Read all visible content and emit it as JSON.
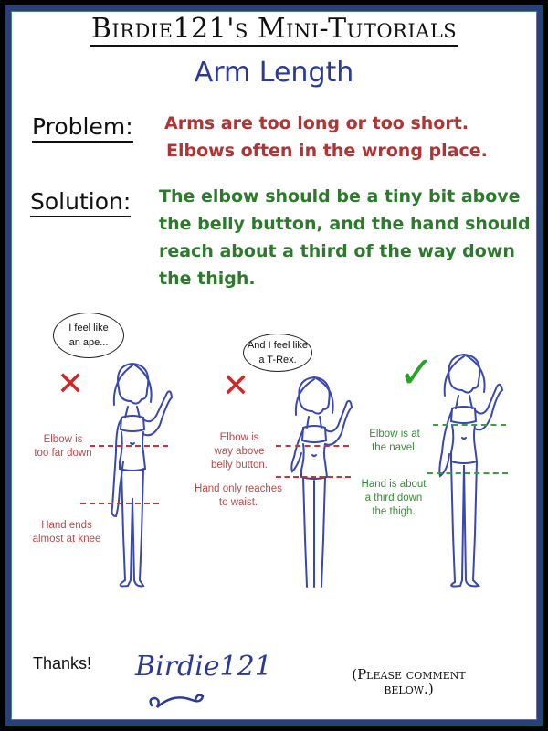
{
  "header": {
    "title": "Birdie121's Mini-Tutorials",
    "subtitle": "Arm Length"
  },
  "problem": {
    "label": "Problem:",
    "lines": [
      "Arms are too long or too short.",
      "Elbows often in the wrong place."
    ]
  },
  "solution": {
    "label": "Solution:",
    "text": "The elbow should be a tiny bit above the belly button, and the hand should reach about a third of the way down the thigh."
  },
  "figures": [
    {
      "status": "wrong",
      "status_icon": "x-mark-icon",
      "speech": [
        "I feel like",
        "an ape..."
      ],
      "notes": [
        {
          "lines": [
            "Elbow is",
            "too far down"
          ]
        },
        {
          "lines": [
            "Hand ends",
            "almost at knee"
          ]
        }
      ]
    },
    {
      "status": "wrong",
      "status_icon": "x-mark-icon",
      "speech": [
        "And I feel like",
        "a T-Rex."
      ],
      "notes": [
        {
          "lines": [
            "Elbow is",
            "way above",
            "belly button."
          ]
        },
        {
          "lines": [
            "Hand only reaches",
            "to waist."
          ]
        }
      ]
    },
    {
      "status": "correct",
      "status_icon": "check-mark-icon",
      "speech": [],
      "notes": [
        {
          "lines": [
            "Elbow is at",
            "the navel,"
          ]
        },
        {
          "lines": [
            "Hand is about",
            "a third down",
            "the thigh."
          ]
        }
      ]
    }
  ],
  "footer": {
    "thanks": "Thanks!",
    "signature": "Birdie121",
    "comment_lines": [
      "(Please comment",
      "below.)"
    ]
  },
  "colors": {
    "border_navy": "#2b3f7c",
    "border_green": "#4a8a5c",
    "subtitle_blue": "#2a3a96",
    "problem_red": "#b03434",
    "solution_green": "#2d7a2d",
    "figure_blue": "#3848b0"
  }
}
